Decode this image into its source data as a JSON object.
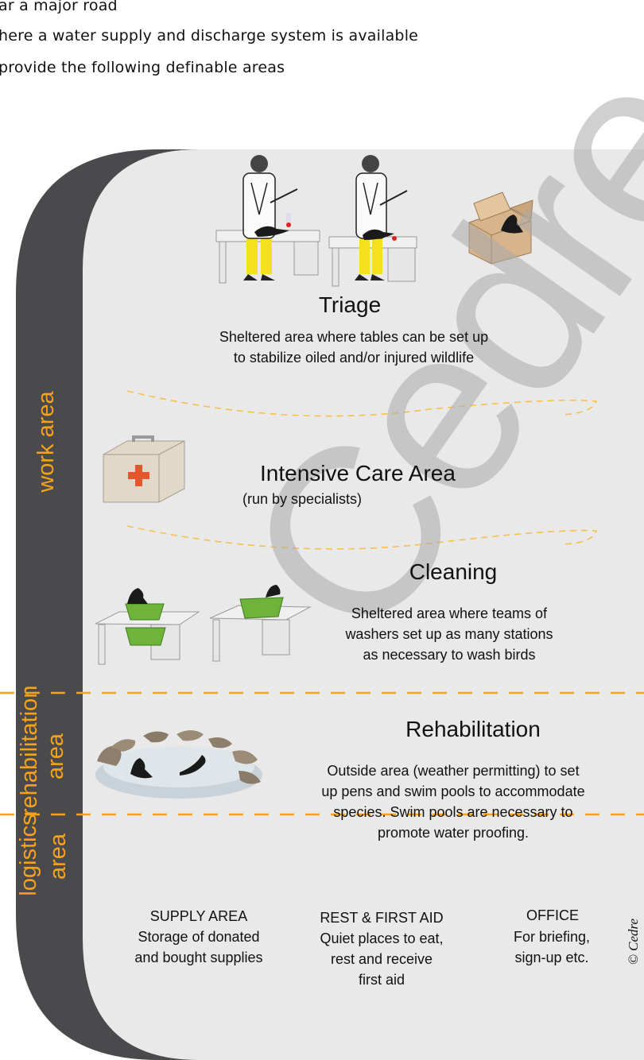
{
  "intro_lines": [
    "ar a major road",
    "here a water supply and discharge system is available",
    "provide the following definable areas"
  ],
  "zones": {
    "work_area": "work area",
    "rehabilitation_area_line1": "rehabilitation",
    "rehabilitation_area_line2": "area",
    "logistics_area_line1": "logistics",
    "logistics_area_line2": "area"
  },
  "sections": {
    "triage": {
      "title": "Triage",
      "line1": "Sheltered area where tables can be set up",
      "line2": "to stabilize oiled and/or injured wildlife"
    },
    "intensive_care": {
      "title": "Intensive Care Area",
      "subtitle": "(run by specialists)"
    },
    "cleaning": {
      "title": "Cleaning",
      "line1": "Sheltered area where teams of",
      "line2": "washers set up as many stations",
      "line3": "as necessary to wash birds"
    },
    "rehabilitation": {
      "title": "Rehabilitation",
      "line1": "Outside area (weather permitting) to set",
      "line2": "up pens and swim pools to accommodate",
      "line3": "species. Swim pools are necessary to",
      "line4": "promote water proofing."
    },
    "supply": {
      "title": "SUPPLY AREA",
      "line1": "Storage of donated",
      "line2": "and bought supplies"
    },
    "rest": {
      "title": "REST & FIRST AID",
      "line1": "Quiet places to eat,",
      "line2": "rest and receive",
      "line3": "first aid"
    },
    "office": {
      "title": "OFFICE",
      "line1": "For briefing,",
      "line2": "sign-up etc."
    }
  },
  "copyright": "© Cedre",
  "watermark": "Cedre",
  "colors": {
    "band": "#4a4a4c",
    "panel": "#e9e9ea",
    "accent": "#f7a21b",
    "watermark": "#aaaaaa"
  },
  "icons": [
    "vet-at-table-icon",
    "bird-in-box-icon",
    "first-aid-kit-icon",
    "washing-station-icon",
    "rehab-pool-icon"
  ]
}
